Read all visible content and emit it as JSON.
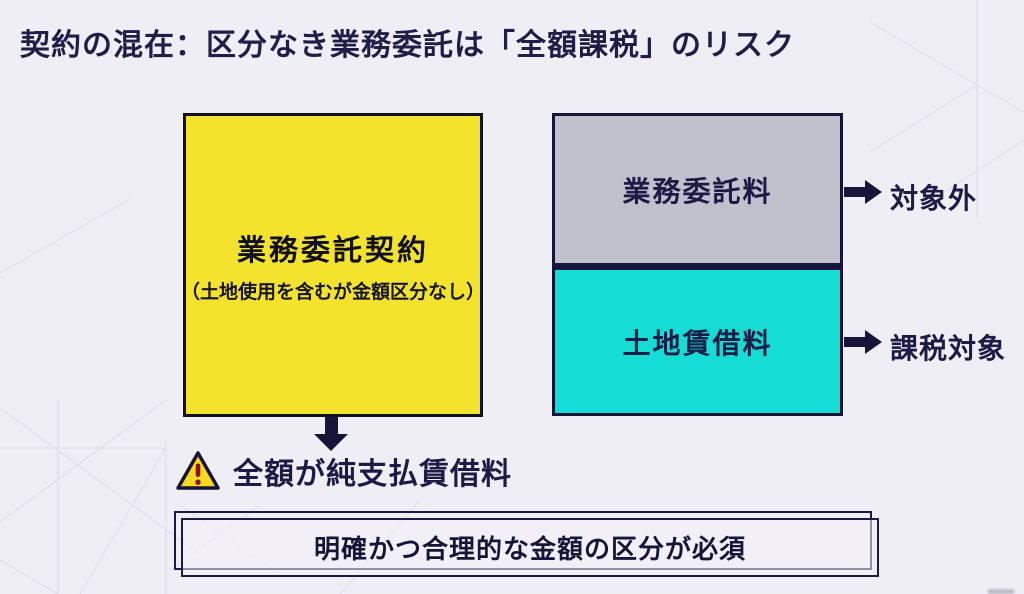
{
  "slide": {
    "title": "契約の混在：区分なき業務委託は「全額課税」のリスク"
  },
  "colors": {
    "bg": "#efeef4",
    "navy": "#15153a",
    "yellow": "#f4e32d",
    "gray": "#c0c1cc",
    "cyan": "#16dcd6",
    "warning_fill": "#f7d91f",
    "warning_mark": "#8c1212"
  },
  "contract_box": {
    "label": "業務委託契約",
    "sublabel": "（土地使用を含むが金額区分なし）"
  },
  "split_box": {
    "top": {
      "label": "業務委託料",
      "result": "対象外"
    },
    "bottom": {
      "label": "土地賃借料",
      "result": "課税対象"
    }
  },
  "warning": {
    "icon": "warning-triangle-icon",
    "text": "全額が純支払賃借料"
  },
  "conclusion": {
    "text": "明確かつ合理的な金額の区分が必須"
  }
}
